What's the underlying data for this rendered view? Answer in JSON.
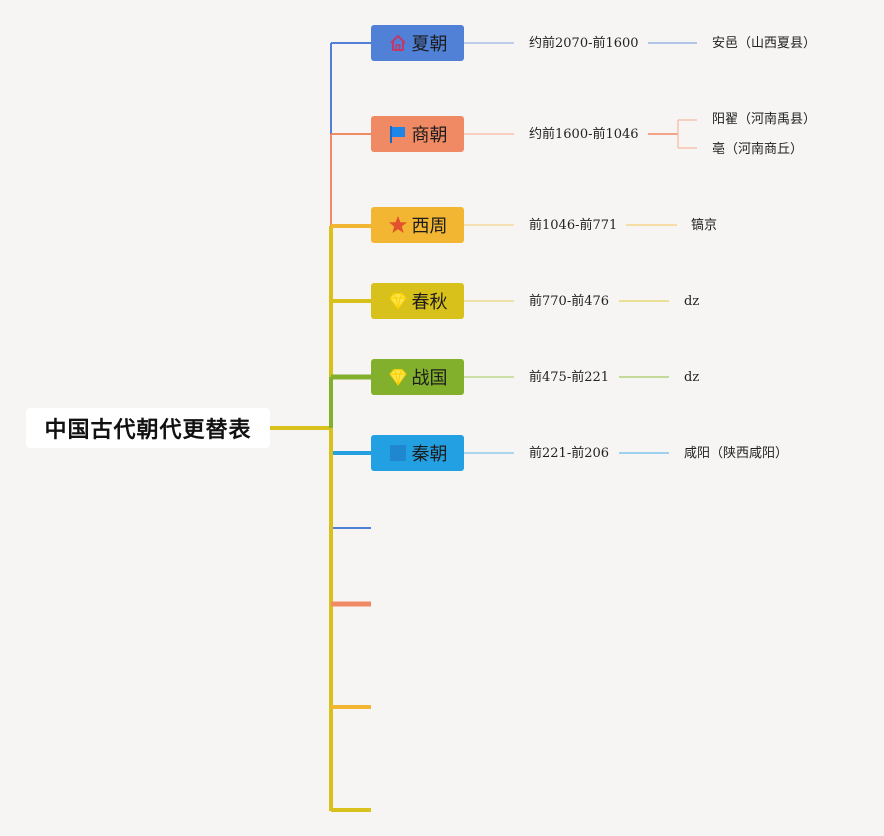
{
  "root": {
    "title": "中国古代朝代更替表"
  },
  "colors": {
    "xia": "#5181d6",
    "shang": "#f08a65",
    "zhou": "#f2b632",
    "chunqiu": "#d8c11b",
    "zhanguo": "#83b02c",
    "qin": "#23a0e1"
  },
  "dynasties": [
    {
      "label": "夏朝",
      "icon": "house-icon",
      "period": "约前2070-前1600",
      "capitals": [
        "安邑（山西夏县）"
      ]
    },
    {
      "label": "商朝",
      "icon": "flag-icon",
      "period": "约前1600-前1046",
      "capitals": [
        "阳翟（河南禹县）",
        "亳（河南商丘）"
      ]
    },
    {
      "label": "西周",
      "icon": "star-icon",
      "period": "前1046-前771",
      "capitals": [
        "镐京"
      ]
    },
    {
      "label": "春秋",
      "icon": "diamond-icon",
      "period": "前770-前476",
      "capitals": [
        "dz"
      ]
    },
    {
      "label": "战国",
      "icon": "diamond-icon",
      "period": "前475-前221",
      "capitals": [
        "dz"
      ]
    },
    {
      "label": "秦朝",
      "icon": "square-icon",
      "period": "前221-前206",
      "capitals": [
        "咸阳（陕西咸阳）"
      ]
    }
  ],
  "empty_branches": [
    {
      "color": "#5181d6"
    },
    {
      "color": "#f08a65"
    },
    {
      "color": "#f2b632"
    },
    {
      "color": "#d8c11b"
    }
  ]
}
